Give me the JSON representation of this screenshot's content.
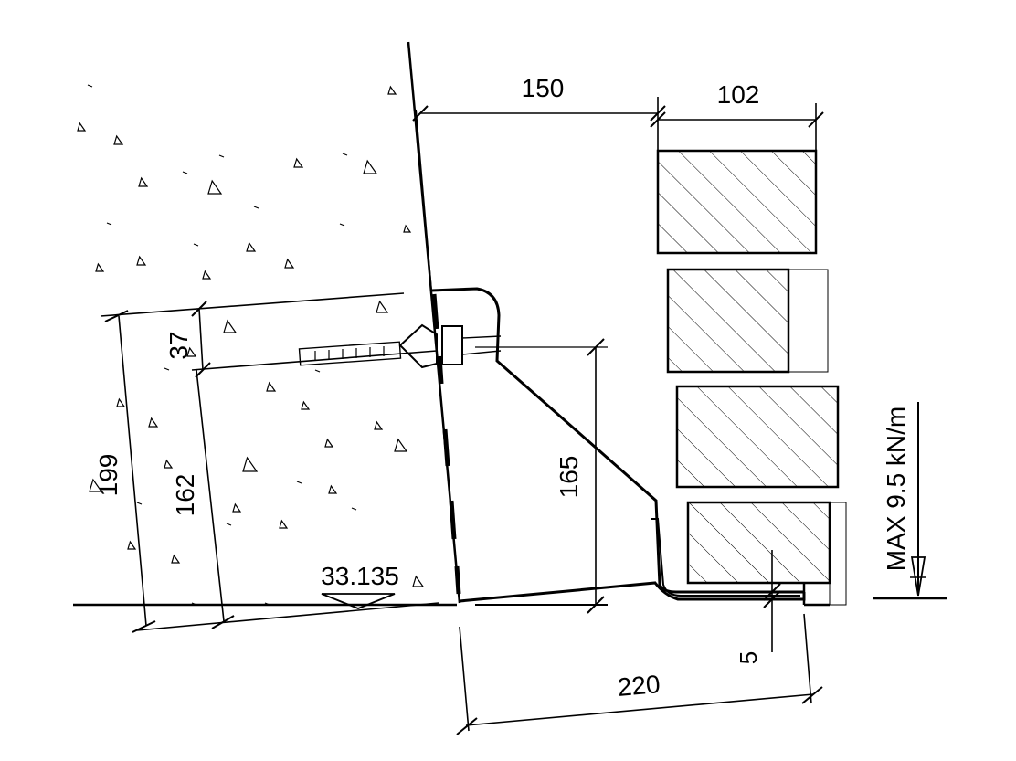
{
  "diagram": {
    "dimensions": {
      "top_gap": "150",
      "brick_width": "102",
      "anchor_offset": "37",
      "outer_height": "199",
      "inner_height": "162",
      "bracket_height": "165",
      "bracket_depth": "220",
      "toe_thickness": "5"
    },
    "level_marker": "33.135",
    "load_label": "MAX 9.5 kN/m",
    "colors": {
      "line": "#000000",
      "background": "#ffffff"
    }
  }
}
